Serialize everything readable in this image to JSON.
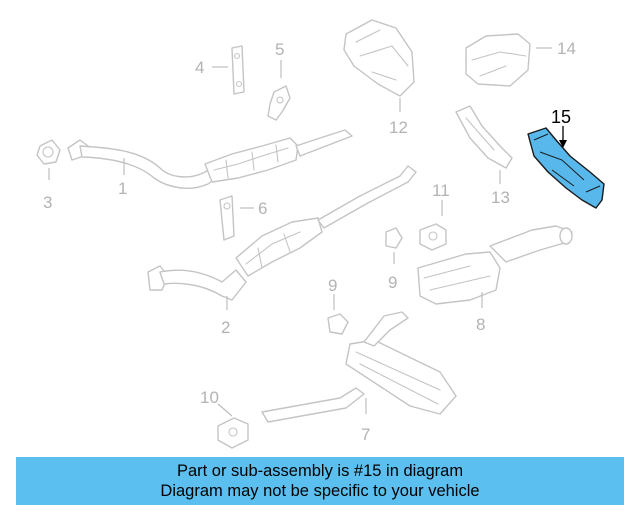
{
  "callouts": {
    "c1": "1",
    "c2": "2",
    "c3": "3",
    "c4": "4",
    "c5": "5",
    "c6": "6",
    "c7": "7",
    "c8": "8",
    "c9": "9",
    "c10": "10",
    "c11": "11",
    "c12": "12",
    "c13": "13",
    "c14": "14",
    "c15": "15"
  },
  "highlighted_part": "15",
  "colors": {
    "highlight_fill": "#58b8ec",
    "banner_bg": "#5bc0f0",
    "part_stroke": "#c4c4c4"
  },
  "banner": {
    "line1": "Part or sub-assembly is #15 in diagram",
    "line2": "Diagram may not be specific to your vehicle"
  }
}
